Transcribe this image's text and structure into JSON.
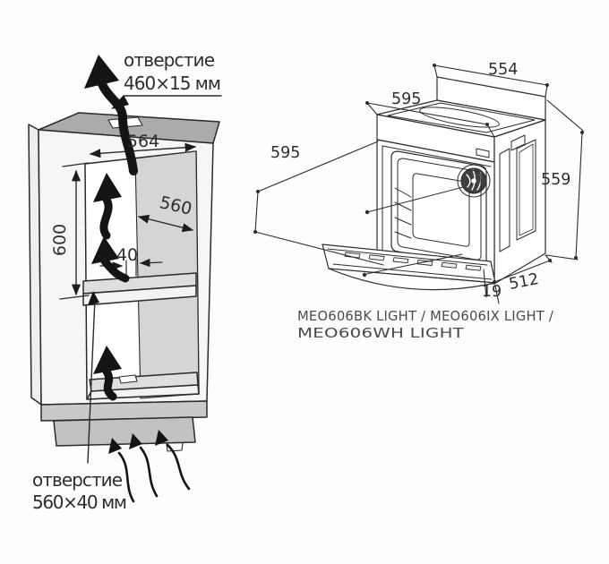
{
  "colors": {
    "line": "#2a2a2a",
    "cabinet_top": "#ababab",
    "cabinet_inner_wall": "#d5d5d5",
    "shelf": "#dedede",
    "plinth": "#c9c9c9",
    "arrow_black": "#141414",
    "dim_text": "#2e2e2e",
    "caption_text": "#4b4b4b"
  },
  "cabinet": {
    "top_vent_label": {
      "line1": "отверстие",
      "line2": "460×15 мм"
    },
    "bottom_vent_label": {
      "line1": "отверстие",
      "line2": "560×40 мм"
    },
    "dims": {
      "niche_width": "564",
      "niche_height": "600",
      "niche_depth": "560",
      "rear_gap": "40"
    }
  },
  "oven": {
    "dims": {
      "rear_width": "554",
      "front_width": "595",
      "front_height": "595",
      "body_height": "559",
      "body_depth": "512",
      "frame_offset": "19"
    }
  },
  "caption": {
    "line1": "MEO606BK LIGHT / MEO606IX LIGHT /",
    "line2": "MEO606WH LIGHT"
  }
}
